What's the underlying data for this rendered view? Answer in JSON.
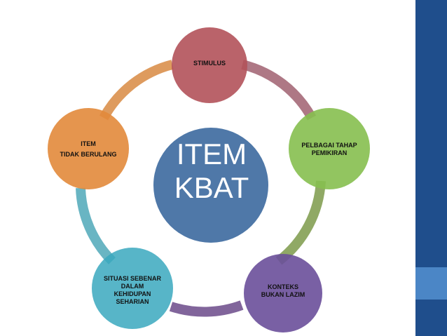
{
  "center": {
    "line1": "ITEM",
    "line2": "KBAT"
  },
  "nodes": [
    {
      "id": "stimulus",
      "lines": [
        "STIMULUS"
      ],
      "color": "#b3525a"
    },
    {
      "id": "pemikiran",
      "lines": [
        "PELBAGAI TAHAP",
        "PEMIKIRAN"
      ],
      "color": "#86bf4f"
    },
    {
      "id": "konteks",
      "lines": [
        "KONTEKS",
        "BUKAN LAZIM"
      ],
      "color": "#6a4f9a"
    },
    {
      "id": "situasi",
      "lines": [
        "SITUASI SEBENAR",
        "DALAM",
        "KEHIDUPAN",
        "SEHARIAN"
      ],
      "color": "#3aa8be"
    },
    {
      "id": "item",
      "lines": [
        "ITEM",
        "TIDAK BERULANG"
      ],
      "color": "#e28a3b"
    }
  ],
  "colors": {
    "center": "#4f78a8",
    "sidebar": "#1f4e8c",
    "sidebar_accent": "#4b86c6"
  }
}
